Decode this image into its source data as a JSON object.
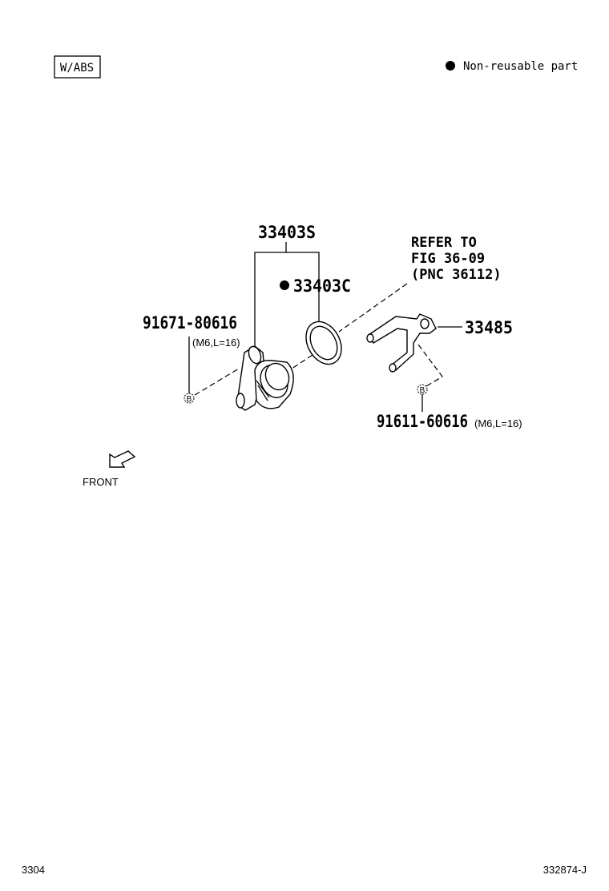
{
  "header": {
    "variant_tag": "W/ABS",
    "legend": {
      "symbol": "filled-circle",
      "text": "Non-reusable part"
    }
  },
  "callouts": {
    "assembly": "33403S",
    "oring": "33403C",
    "refer_line1": "REFER TO",
    "refer_line2": "FIG 36-09",
    "refer_line3": "(PNC 36112)",
    "bolt_left": "91671-80616",
    "bolt_left_spec": "(M6,L=16)",
    "bracket": "33485",
    "bolt_right": "91611-60616",
    "bolt_right_spec": "(M6,L=16)",
    "bolt_marker": "B"
  },
  "orientation": {
    "label": "FRONT"
  },
  "footer": {
    "page_code": "3304",
    "figure_id": "332874-J"
  }
}
